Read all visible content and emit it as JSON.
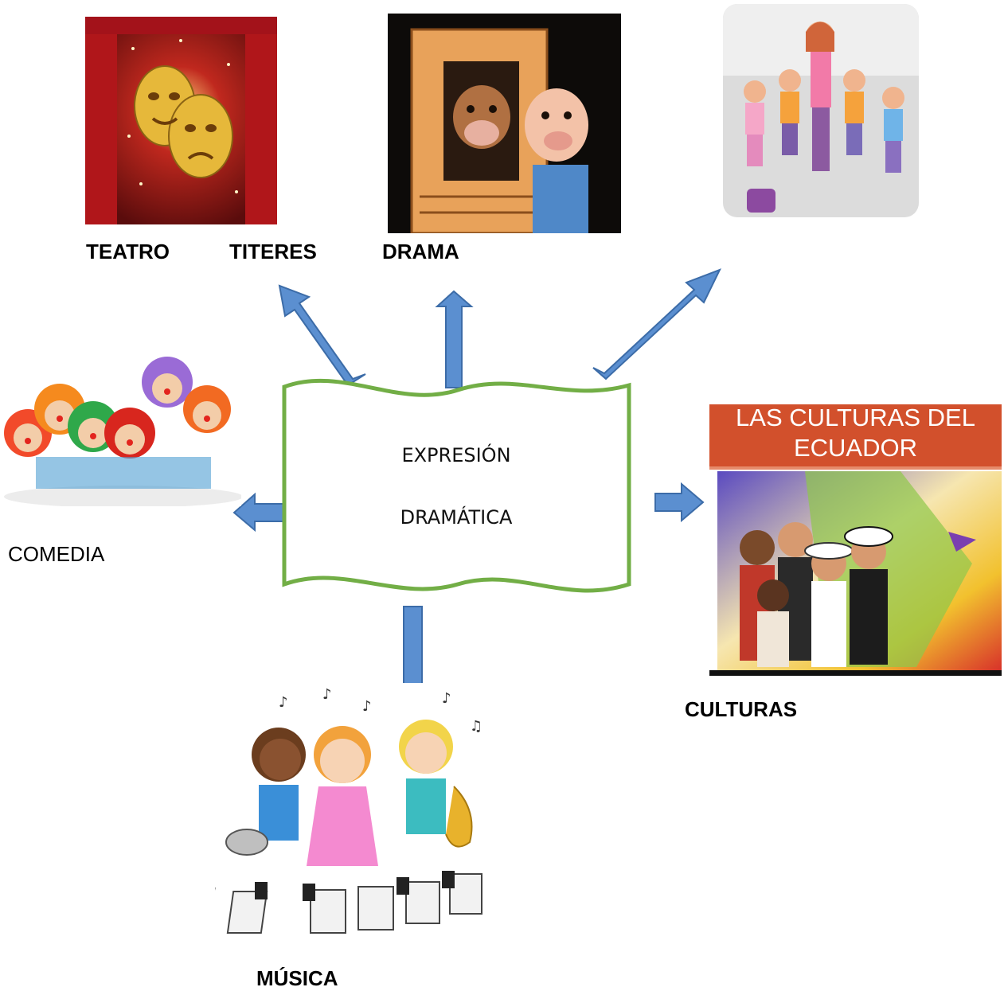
{
  "labels": {
    "teatro": "TEATRO",
    "titeres": "TITERES",
    "drama": "DRAMA",
    "comedia": "COMEDIA",
    "musica": "MÚSICA",
    "culturas": "CULTURAS"
  },
  "center": {
    "line1": "EXPRESIÓN",
    "line2": "DRAMÁTICA"
  },
  "culturas_banner": {
    "line1": "LAS CULTURAS DEL",
    "line2": "ECUADOR"
  },
  "colors": {
    "arrow_fill": "#5B8FD0",
    "arrow_stroke": "#3C6CA8",
    "scroll_border": "#72AE46",
    "banner_red": "#D2502C"
  },
  "icons": {
    "theatre_masks": "theatre-masks-image",
    "puppets": "puppet-show-image",
    "dance": "children-dancing-image",
    "clowns": "clown-kids-image",
    "music": "kids-music-image",
    "cultures": "ecuador-cultures-image"
  }
}
